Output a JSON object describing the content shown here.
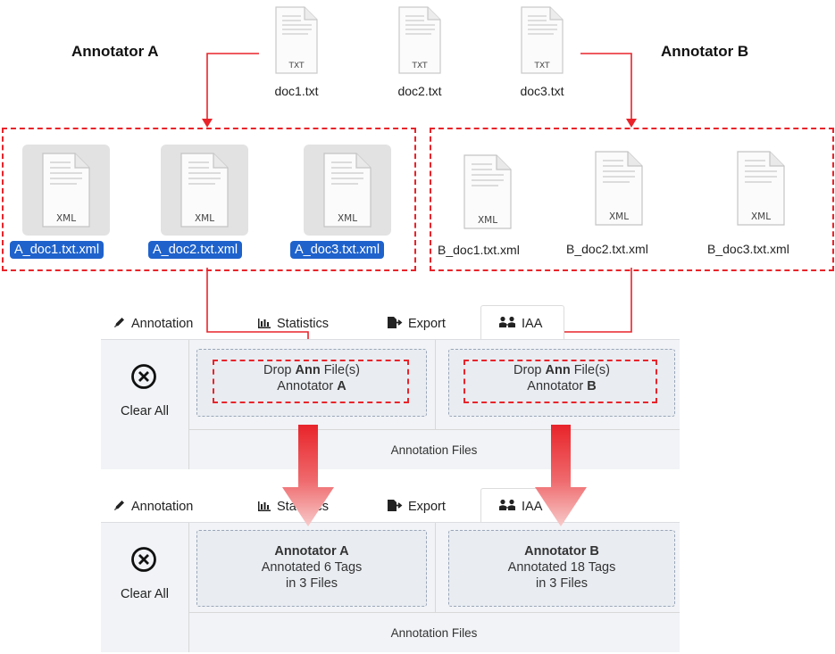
{
  "annotators": {
    "a_title": "Annotator A",
    "b_title": "Annotator B"
  },
  "source_files": [
    {
      "name": "doc1.txt",
      "ext": "TXT"
    },
    {
      "name": "doc2.txt",
      "ext": "TXT"
    },
    {
      "name": "doc3.txt",
      "ext": "TXT"
    }
  ],
  "a_files": [
    {
      "name": "A_doc1.txt.xml",
      "ext": "XML"
    },
    {
      "name": "A_doc2.txt.xml",
      "ext": "XML"
    },
    {
      "name": "A_doc3.txt.xml",
      "ext": "XML"
    }
  ],
  "b_files": [
    {
      "name": "B_doc1.txt.xml",
      "ext": "XML"
    },
    {
      "name": "B_doc2.txt.xml",
      "ext": "XML"
    },
    {
      "name": "B_doc3.txt.xml",
      "ext": "XML"
    }
  ],
  "tabs": {
    "annotation": "Annotation",
    "statistics": "Statistics",
    "export": "Export",
    "iaa": "IAA"
  },
  "panel_before": {
    "clear_all": "Clear All",
    "drop_a": {
      "prefix": "Drop ",
      "bold": "Ann",
      "suffix": " File(s)",
      "line2_prefix": "Annotator ",
      "line2_bold": "A"
    },
    "drop_b": {
      "prefix": "Drop ",
      "bold": "Ann",
      "suffix": " File(s)",
      "line2_prefix": "Annotator ",
      "line2_bold": "B"
    },
    "footer": "Annotation Files"
  },
  "panel_after": {
    "clear_all": "Clear All",
    "a": {
      "title": "Annotator A",
      "line1": "Annotated 6 Tags",
      "line2": "in 3 Files"
    },
    "b": {
      "title": "Annotator B",
      "line1": "Annotated 18 Tags",
      "line2": "in 3 Files"
    },
    "footer": "Annotation Files"
  },
  "colors": {
    "arrow_red": "#e8242a",
    "selection_blue": "#1f62cc",
    "panel_bg": "#f1f3f6"
  }
}
